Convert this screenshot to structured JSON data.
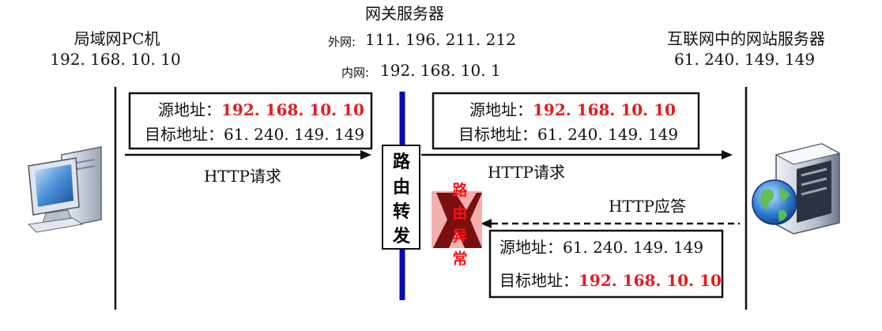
{
  "lan_pc": {
    "title": "局域网PC机",
    "ip": "192. 168. 10. 10"
  },
  "gateway": {
    "title": "网关服务器",
    "wan_prefix": "外网:",
    "wan_ip": "111. 196. 211. 212",
    "lan_prefix": "内网:",
    "lan_ip": "192. 168. 10. 1",
    "route_chars": [
      "路",
      "由",
      "转",
      "发"
    ]
  },
  "web_server": {
    "title": "互联网中的网站服务器",
    "ip": "61. 240. 149. 149"
  },
  "request_left": {
    "src_label": "源地址：",
    "src_ip": "192. 168. 10. 10",
    "dst_label": "目标地址：",
    "dst_ip": "61. 240. 149. 149",
    "caption": "HTTP请求"
  },
  "request_right": {
    "src_label": "源地址：",
    "src_ip": "192. 168. 10. 10",
    "dst_label": "目标地址：",
    "dst_ip": "61. 240. 149. 149",
    "caption": "HTTP请求"
  },
  "response": {
    "caption": "HTTP应答",
    "src_label": "源地址：",
    "src_ip": "61. 240. 149. 149",
    "dst_label": "目标地址：",
    "dst_ip": "192. 168. 10. 10"
  },
  "error": {
    "chars": [
      "路",
      "由",
      "异",
      "常"
    ]
  },
  "colors": {
    "wire": "#0a0ab4",
    "highlight": "#e8191c",
    "error_mark": "#7a0f12"
  }
}
